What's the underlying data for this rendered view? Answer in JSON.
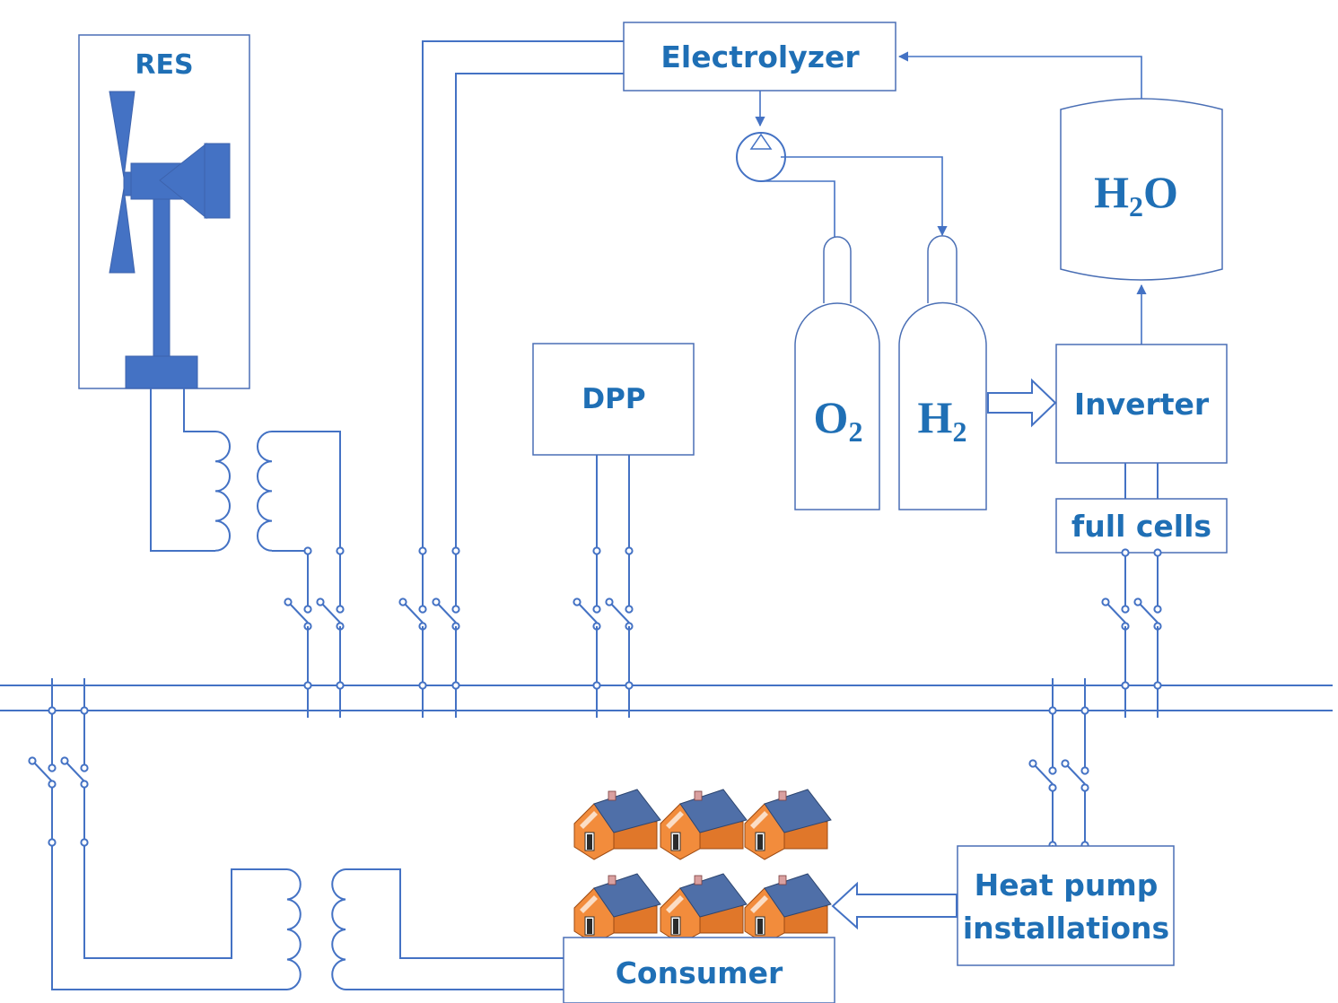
{
  "blocks": {
    "res": "RES",
    "electrolyzer": "Electrolyzer",
    "dpp": "DPP",
    "inverter": "Inverter",
    "fuel_cells": "full cells",
    "heat_pump_line1": "Heat pump",
    "heat_pump_line2": "installations",
    "consumer": "Consumer"
  },
  "tanks": {
    "water": {
      "base": "H",
      "sub": "2",
      "tail": "O"
    },
    "oxygen": {
      "base": "O",
      "sub": "2"
    },
    "hydrogen": {
      "base": "H",
      "sub": "2"
    }
  },
  "colors": {
    "line": "#4472c4",
    "text": "#1f6fb5",
    "house_wall": "#f28c3c",
    "house_roof": "#4f6fa8"
  },
  "icons": [
    "wind-turbine-icon",
    "pump-icon",
    "transformer-icon",
    "switch-icon",
    "house-icon"
  ]
}
